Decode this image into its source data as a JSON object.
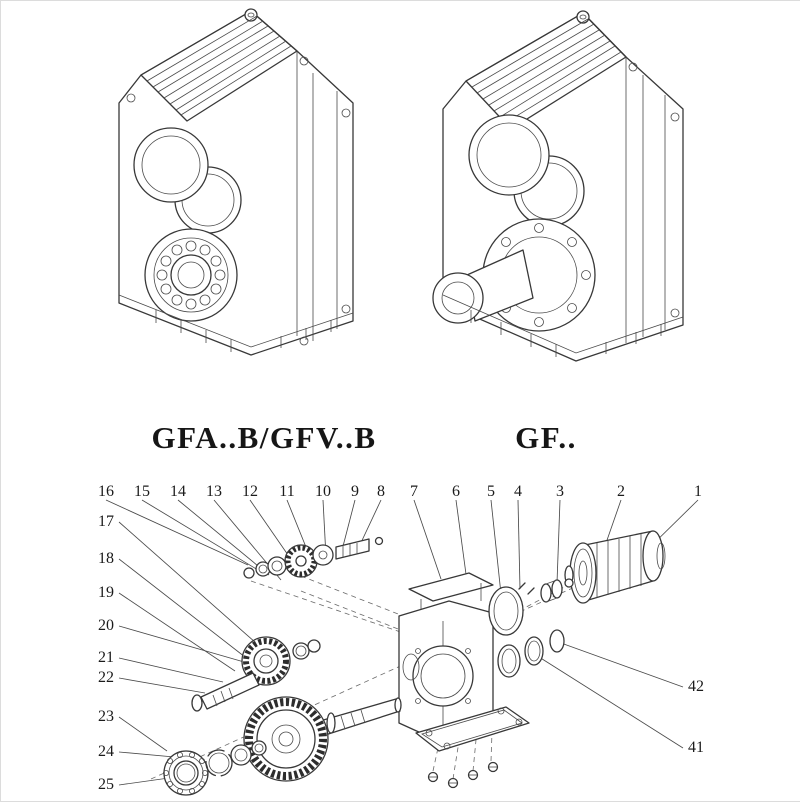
{
  "figures": {
    "left_caption": "GFA..B/GFV..B",
    "right_caption": "GF.."
  },
  "exploded_view": {
    "callouts_top": [
      "16",
      "15",
      "14",
      "13",
      "12",
      "11",
      "10",
      "9",
      "8",
      "7",
      "6",
      "5",
      "4",
      "3",
      "2",
      "1"
    ],
    "callouts_left": [
      "17",
      "18",
      "19",
      "20",
      "21",
      "22",
      "23",
      "24",
      "25"
    ],
    "callouts_right": [
      "42",
      "41"
    ]
  },
  "colors": {
    "line": "#383838",
    "background": "#ffffff"
  }
}
